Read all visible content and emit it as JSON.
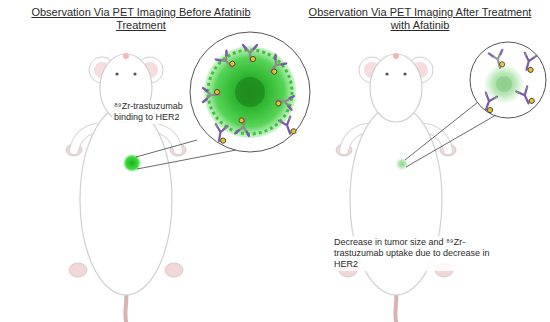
{
  "diagram": {
    "labels": [
      "Observation Via PET Imaging  Before Afatinib Treatment",
      "Observation Via PET Imaging After Treatment with Afatinib",
      "⁸⁹Zr-trastuzumab binding to HER2",
      "Decrease in tumor size and ⁸⁹Zr-trastuzumab uptake due to decrease in HER2"
    ]
  }
}
